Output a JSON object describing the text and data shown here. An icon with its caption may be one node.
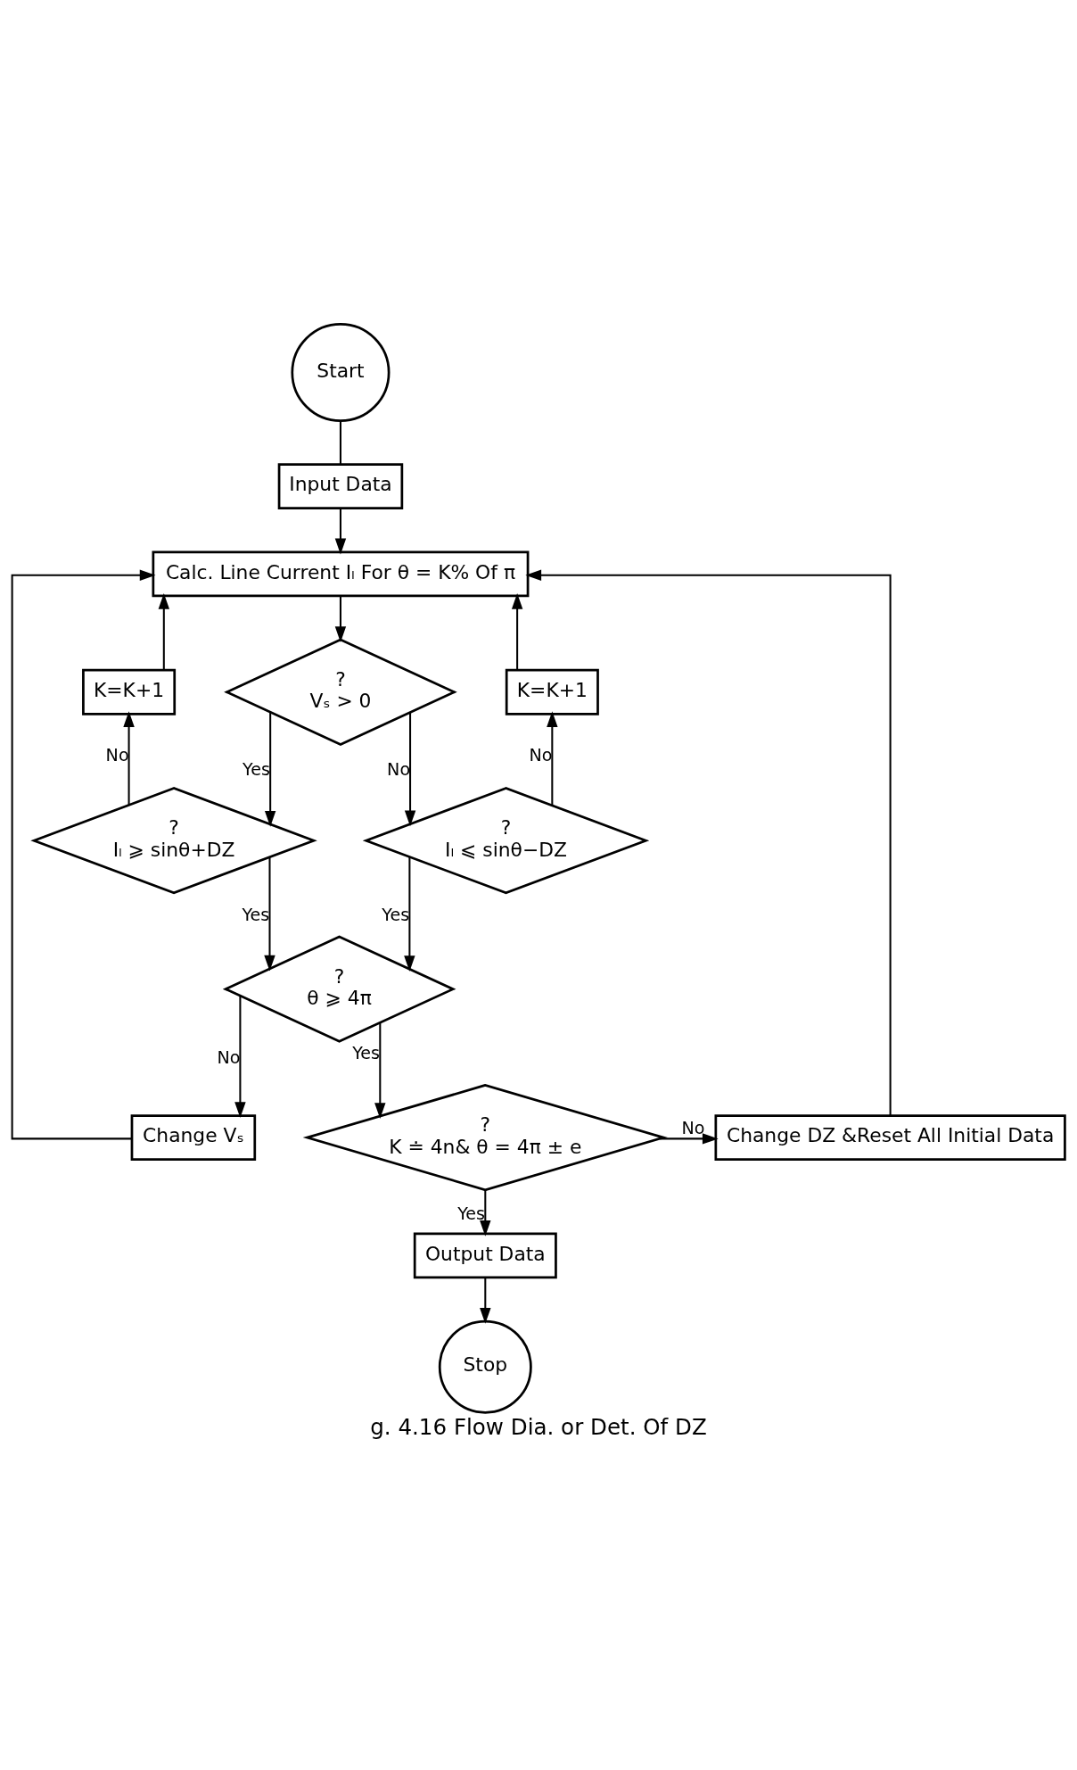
{
  "diagram": {
    "caption": "g. 4.16 Flow Dia. or Det. Of DZ",
    "nodes": [
      {
        "text": [
          "Start"
        ]
      },
      {
        "text": [
          "Input Data"
        ]
      },
      {
        "text": [
          "Calc. Line Current Iₗ For θ = K% Of π"
        ]
      },
      {
        "text": [
          "K=K+1"
        ]
      },
      {
        "text": [
          "?",
          "Vₛ > 0"
        ]
      },
      {
        "text": [
          "K=K+1"
        ]
      },
      {
        "text": [
          "?",
          "Iₗ ⩾ sinθ+DZ"
        ]
      },
      {
        "text": [
          "?",
          "Iₗ ⩽ sinθ−DZ"
        ]
      },
      {
        "text": [
          "Change Vₛ"
        ]
      },
      {
        "text": [
          "?",
          "θ ⩾ 4π"
        ]
      },
      {
        "text": [
          "?",
          "K ≐ 4n& θ = 4π ± e"
        ]
      },
      {
        "text": [
          "Change DZ &Reset All Initial Data"
        ]
      },
      {
        "text": [
          "Output Data"
        ]
      },
      {
        "text": [
          "Stop"
        ]
      }
    ],
    "edges": [
      {
        "from": 0,
        "to": 1,
        "arrow": "none"
      },
      {
        "from": 1,
        "to": 2,
        "arrow": "to"
      },
      {
        "from": 2,
        "to": 4,
        "arrow": "to"
      },
      {
        "from": 4,
        "to": 6,
        "arrow": "to",
        "label": "Yes"
      },
      {
        "from": 4,
        "to": 7,
        "arrow": "to",
        "label": "No"
      },
      {
        "from": 6,
        "to": 3,
        "arrow": "to",
        "label": "No"
      },
      {
        "from": 3,
        "to": 2,
        "arrow": "to"
      },
      {
        "from": 7,
        "to": 5,
        "arrow": "to",
        "label": "No"
      },
      {
        "from": 5,
        "to": 2,
        "arrow": "to"
      },
      {
        "from": 6,
        "to": 9,
        "arrow": "to",
        "label": "Yes"
      },
      {
        "from": 7,
        "to": 9,
        "arrow": "to",
        "label": "Yes"
      },
      {
        "from": 9,
        "to": 8,
        "arrow": "to",
        "label": "No"
      },
      {
        "from": 8,
        "to": 2,
        "arrow": "to"
      },
      {
        "from": 9,
        "to": 10,
        "arrow": "to",
        "label": "Yes"
      },
      {
        "from": 10,
        "to": 11,
        "arrow": "to",
        "label": "No"
      },
      {
        "from": 11,
        "to": 2,
        "arrow": "to"
      },
      {
        "from": 10,
        "to": 12,
        "arrow": "to",
        "label": "Yes"
      },
      {
        "from": 12,
        "to": 13,
        "arrow": "to"
      }
    ]
  }
}
